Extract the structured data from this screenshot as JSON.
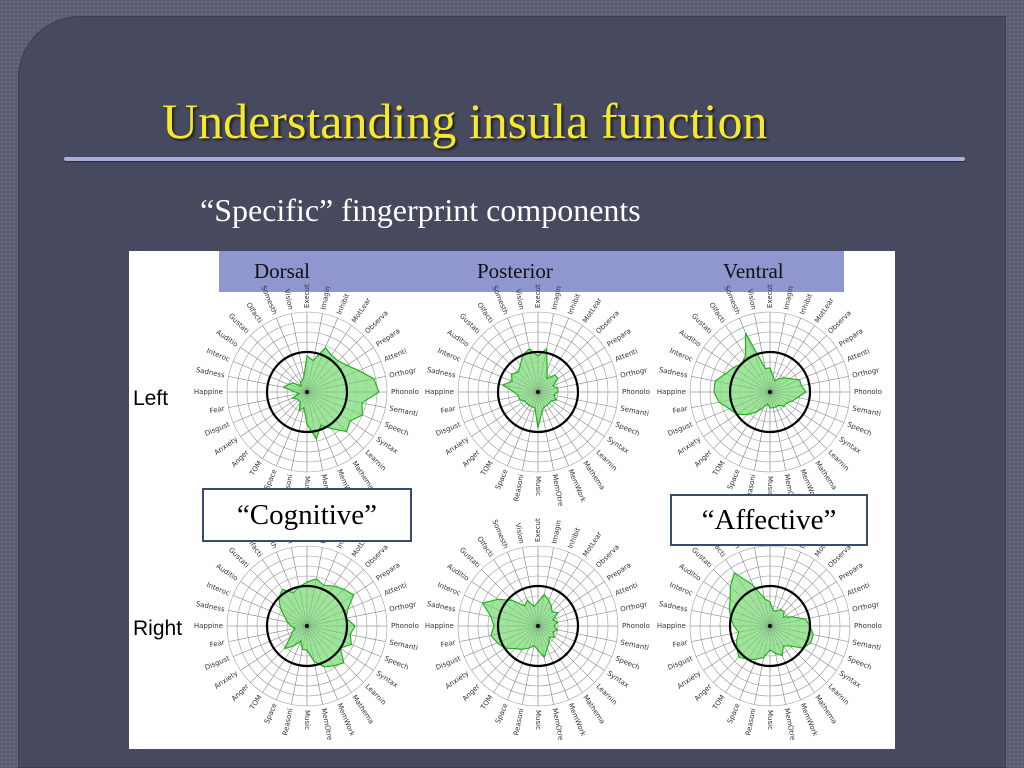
{
  "slide": {
    "title": "Understanding insula function",
    "subtitle": "“Specific” fingerprint components"
  },
  "figure": {
    "columns": [
      "Dorsal",
      "Posterior",
      "Ventral"
    ],
    "rows": [
      "Left",
      "Right"
    ],
    "axis_labels": [
      "Execut",
      "Imagin",
      "Inhibit",
      "MotLear",
      "Observa",
      "Prepara",
      "Attenti",
      "Orthogr",
      "Phonolo",
      "Semanti",
      "Speech",
      "Syntax",
      "Learnin",
      "Mathema",
      "MemWork",
      "MemOtre",
      "Music",
      "Reasoni",
      "Space",
      "TOM",
      "Anger",
      "Anxiety",
      "Disgust",
      "Fear",
      "Happine",
      "Sadness",
      "Interoc",
      "Auditio",
      "Gustati",
      "Olfacti",
      "Somesth",
      "Vision"
    ],
    "callouts": {
      "cognitive": "“Cognitive”",
      "affective": "“Affective”"
    },
    "colors": {
      "fill": "#8de08a",
      "stroke": "#1fb51a",
      "grid": "#9a9a9a",
      "reference_circle": "#000000",
      "header_bar": "#8f96d0",
      "title": "#f5e92a"
    }
  },
  "chart_data": {
    "type": "radar",
    "categories": [
      "Execut",
      "Imagin",
      "Inhibit",
      "MotLear",
      "Observa",
      "Prepara",
      "Attenti",
      "Orthogr",
      "Phonolo",
      "Semanti",
      "Speech",
      "Syntax",
      "Learnin",
      "Mathema",
      "MemWork",
      "MemOtre",
      "Music",
      "Reasoni",
      "Space",
      "TOM",
      "Anger",
      "Anxiety",
      "Disgust",
      "Fear",
      "Happine",
      "Sadness",
      "Interoc",
      "Auditio",
      "Gustati",
      "Olfacti",
      "Somesth",
      "Vision"
    ],
    "reference_circle": 0.5,
    "max": 1,
    "panels": [
      {
        "row": "Left",
        "column": "Dorsal",
        "values": [
          0.45,
          0.4,
          0.6,
          0.55,
          0.55,
          0.6,
          0.7,
          0.85,
          0.9,
          0.7,
          0.75,
          0.65,
          0.7,
          0.55,
          0.45,
          0.6,
          0.4,
          0.2,
          0.25,
          0.15,
          0.15,
          0.15,
          0.2,
          0.1,
          0.15,
          0.3,
          0.25,
          0.2,
          0.1,
          0.15,
          0.15,
          0.2
        ]
      },
      {
        "row": "Left",
        "column": "Posterior",
        "values": [
          0.45,
          0.55,
          0.3,
          0.2,
          0.3,
          0.3,
          0.2,
          0.25,
          0.25,
          0.2,
          0.25,
          0.2,
          0.2,
          0.2,
          0.2,
          0.25,
          0.45,
          0.2,
          0.2,
          0.2,
          0.2,
          0.2,
          0.25,
          0.25,
          0.3,
          0.45,
          0.35,
          0.4,
          0.35,
          0.4,
          0.5,
          0.55
        ]
      },
      {
        "row": "Left",
        "column": "Ventral",
        "values": [
          0.3,
          0.2,
          0.15,
          0.2,
          0.25,
          0.3,
          0.4,
          0.4,
          0.45,
          0.35,
          0.3,
          0.25,
          0.25,
          0.2,
          0.2,
          0.2,
          0.2,
          0.15,
          0.2,
          0.3,
          0.4,
          0.5,
          0.55,
          0.65,
          0.7,
          0.7,
          0.6,
          0.55,
          0.5,
          0.55,
          0.8,
          0.3
        ]
      },
      {
        "row": "Right",
        "column": "Dorsal",
        "values": [
          0.55,
          0.6,
          0.55,
          0.6,
          0.65,
          0.7,
          0.55,
          0.5,
          0.6,
          0.55,
          0.6,
          0.5,
          0.65,
          0.6,
          0.55,
          0.45,
          0.3,
          0.3,
          0.2,
          0.3,
          0.4,
          0.25,
          0.2,
          0.15,
          0.2,
          0.25,
          0.3,
          0.4,
          0.5,
          0.55,
          0.45,
          0.5
        ]
      },
      {
        "row": "Right",
        "column": "Posterior",
        "values": [
          0.3,
          0.4,
          0.35,
          0.3,
          0.25,
          0.3,
          0.2,
          0.25,
          0.2,
          0.25,
          0.2,
          0.25,
          0.2,
          0.25,
          0.3,
          0.4,
          0.3,
          0.25,
          0.3,
          0.35,
          0.4,
          0.5,
          0.55,
          0.6,
          0.55,
          0.6,
          0.75,
          0.6,
          0.45,
          0.3,
          0.35,
          0.25
        ]
      },
      {
        "row": "Right",
        "column": "Ventral",
        "values": [
          0.3,
          0.2,
          0.2,
          0.25,
          0.25,
          0.2,
          0.3,
          0.45,
          0.5,
          0.55,
          0.55,
          0.5,
          0.35,
          0.3,
          0.4,
          0.35,
          0.3,
          0.4,
          0.45,
          0.5,
          0.55,
          0.5,
          0.45,
          0.4,
          0.45,
          0.5,
          0.55,
          0.6,
          0.7,
          0.8,
          0.55,
          0.35
        ]
      }
    ]
  }
}
